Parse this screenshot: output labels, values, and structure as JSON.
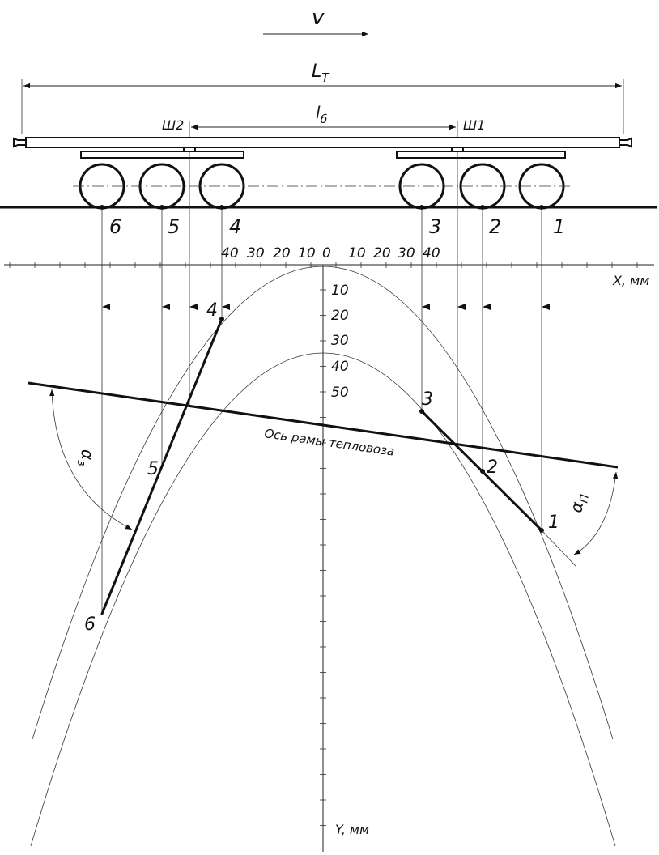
{
  "velocity_label": "v",
  "dimensions": {
    "total_length": "L",
    "total_length_sub": "T",
    "bogie_base": "l",
    "bogie_base_sub": "б"
  },
  "pivots": {
    "rear": "Ш2",
    "front": "Ш1"
  },
  "wheel_numbers": [
    "6",
    "5",
    "4",
    "3",
    "2",
    "1"
  ],
  "x_axis": {
    "label": "X, мм",
    "left_ticks": [
      "40",
      "30",
      "20",
      "10"
    ],
    "zero": "0",
    "right_ticks": [
      "10",
      "20",
      "30",
      "40"
    ]
  },
  "y_axis": {
    "label": "Y, мм",
    "ticks": [
      "10",
      "20",
      "30",
      "40",
      "50"
    ]
  },
  "point_labels": [
    "4",
    "3",
    "5",
    "2",
    "1",
    "6"
  ],
  "frame_axis_label": "Ось рамы тепловоза",
  "angles": {
    "rear": "α",
    "rear_sub": "з",
    "front": "α",
    "front_sub": "П"
  }
}
